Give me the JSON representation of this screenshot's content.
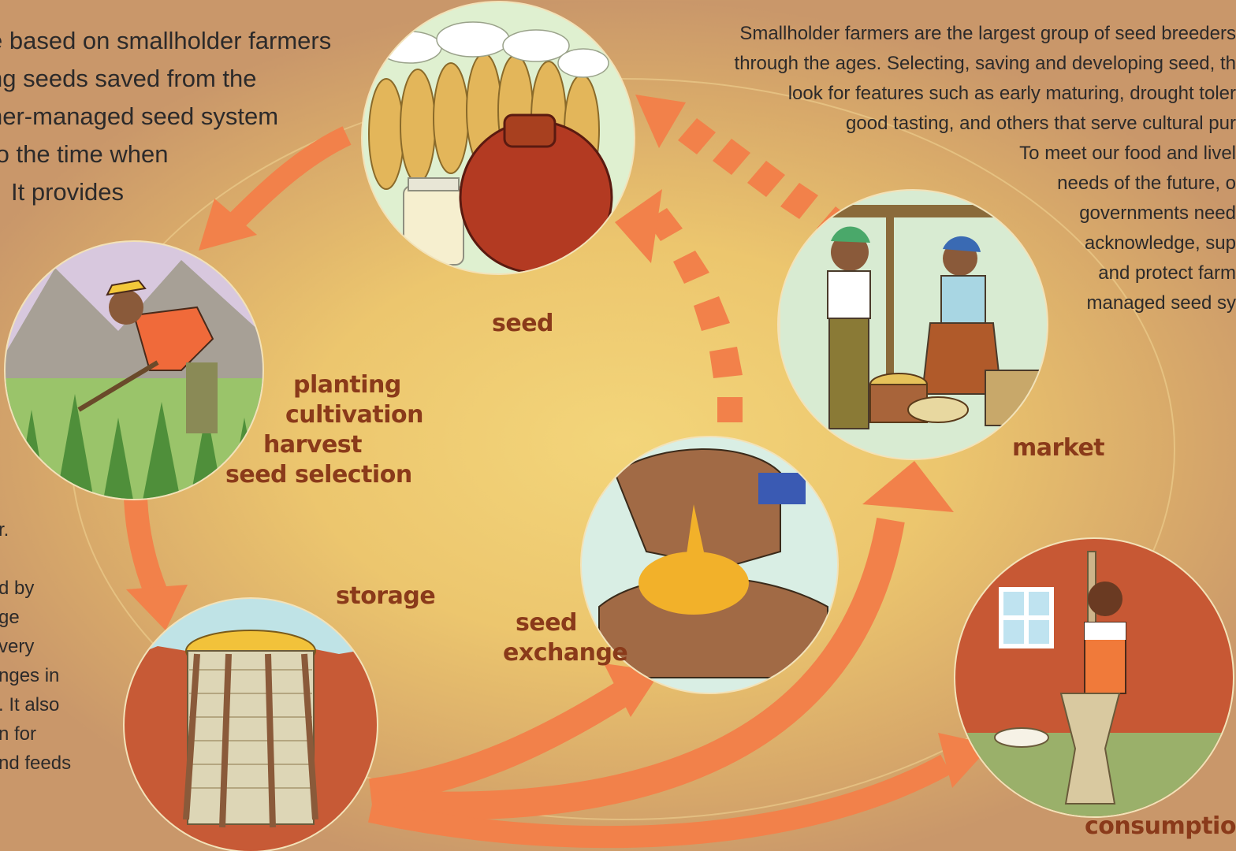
{
  "intro_lines": [
    "e based on smallholder farmers",
    "ng seeds saved from the",
    "ner-managed seed system",
    " to the time when",
    "It provides"
  ],
  "breeders_lines": [
    "Smallholder farmers are the largest group of seed breeders",
    "through the ages. Selecting, saving and developing seed, th",
    "look for features such as early maturing, drought toler",
    "good tasting, and others that serve cultural pur",
    "To meet our food and livel",
    "needs of the future, o",
    "governments need",
    "acknowledge, sup",
    "and protect farm",
    "managed seed sy"
  ],
  "side_lines": [
    "r.",
    "",
    "d by",
    "ge",
    "very",
    "nges in",
    ". It also",
    "n for",
    "nd feeds"
  ],
  "stages": {
    "seed": "seed",
    "planting": [
      "planting",
      "cultivation",
      "harvest",
      "seed selection"
    ],
    "storage": "storage",
    "exchange": [
      "seed",
      "exchange"
    ],
    "market": "market",
    "consumption": "consumption"
  },
  "colors": {
    "arrow": "#f2814a",
    "label": "#8a3a1a",
    "text": "#2c2a2a"
  }
}
